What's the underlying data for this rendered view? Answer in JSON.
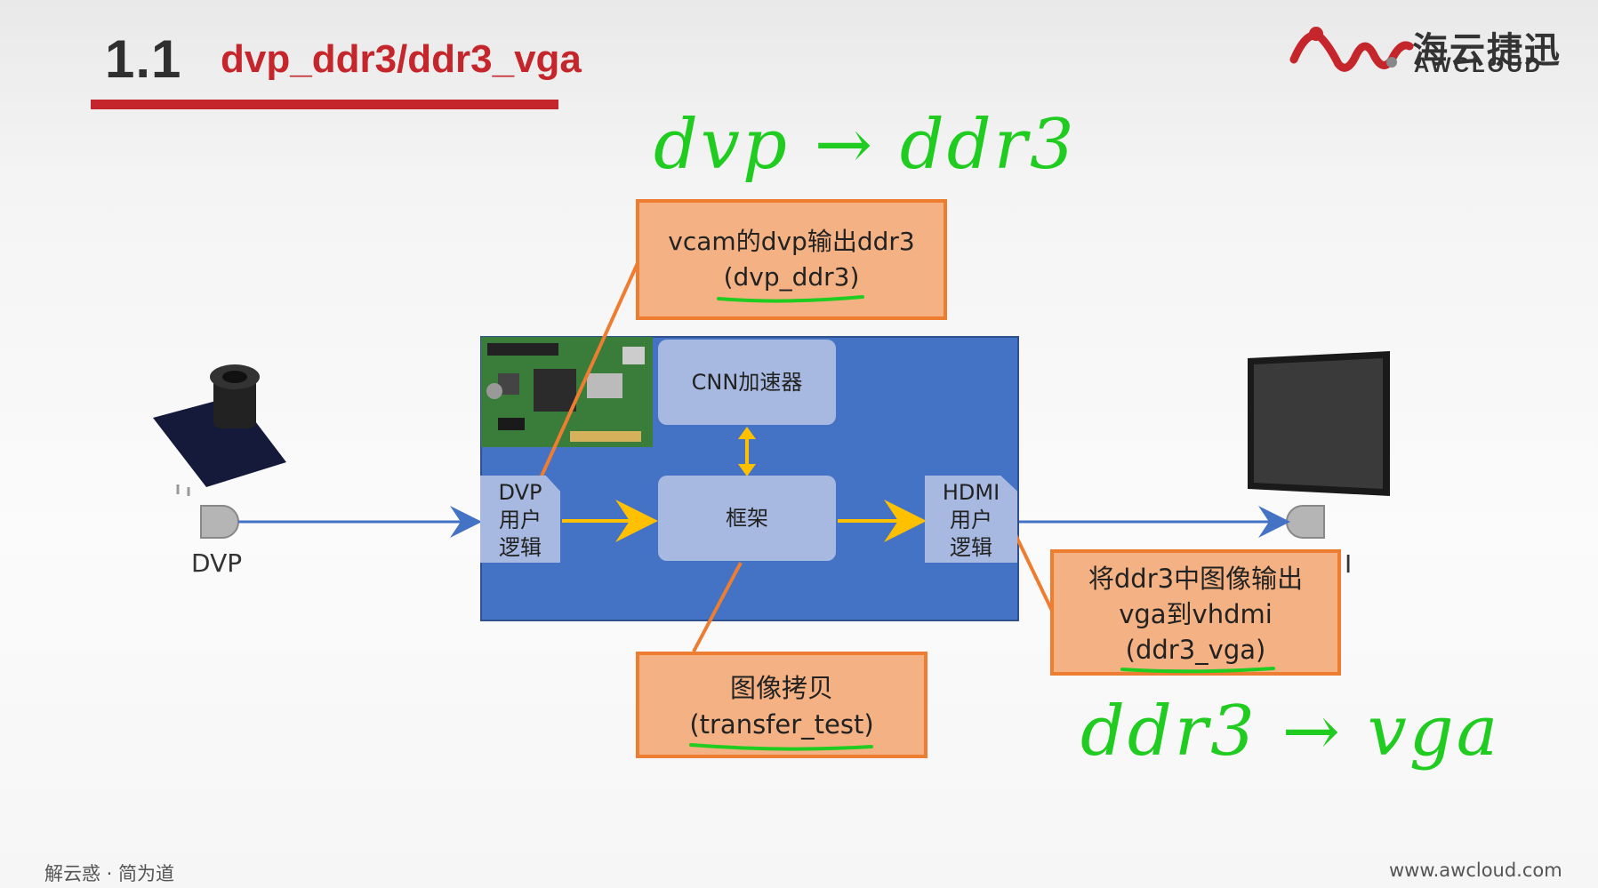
{
  "title": {
    "number": "1.1",
    "text": "dvp_ddr3/ddr3_vga"
  },
  "logo": {
    "cn": "海云捷迅",
    "en": "AWCLOUD"
  },
  "handwriting": {
    "top": "dvp → ddr3",
    "bottom": "ddr3 → vga"
  },
  "blocks": {
    "cnn": "CNN加速器",
    "frame": "框架",
    "dvp_logic": [
      "DVP",
      "用户",
      "逻辑"
    ],
    "hdmi_logic": [
      "HDMI",
      "用户",
      "逻辑"
    ]
  },
  "callouts": {
    "dvp_ddr3": {
      "line1": "vcam的dvp输出ddr3",
      "line2": "(dvp_ddr3)"
    },
    "transfer": {
      "line1": "图像拷贝",
      "line2": "(transfer_test)"
    },
    "ddr3_vga": {
      "line1": "将ddr3中图像输出",
      "line2": "vga到vhdmi",
      "line3": "(ddr3_vga)"
    }
  },
  "labels": {
    "dvp": "DVP",
    "right": "I"
  },
  "footer": {
    "left": "解云惑 · 简为道",
    "right": "www.awcloud.com"
  },
  "colors": {
    "title_red": "#c5262b",
    "board_blue": "#4472c4",
    "block_blue": "#a7b9e0",
    "callout_fill": "#f4b183",
    "callout_border": "#ed7d31",
    "arrow_yellow": "#ffc000",
    "handwriting_green": "#21cc21"
  }
}
